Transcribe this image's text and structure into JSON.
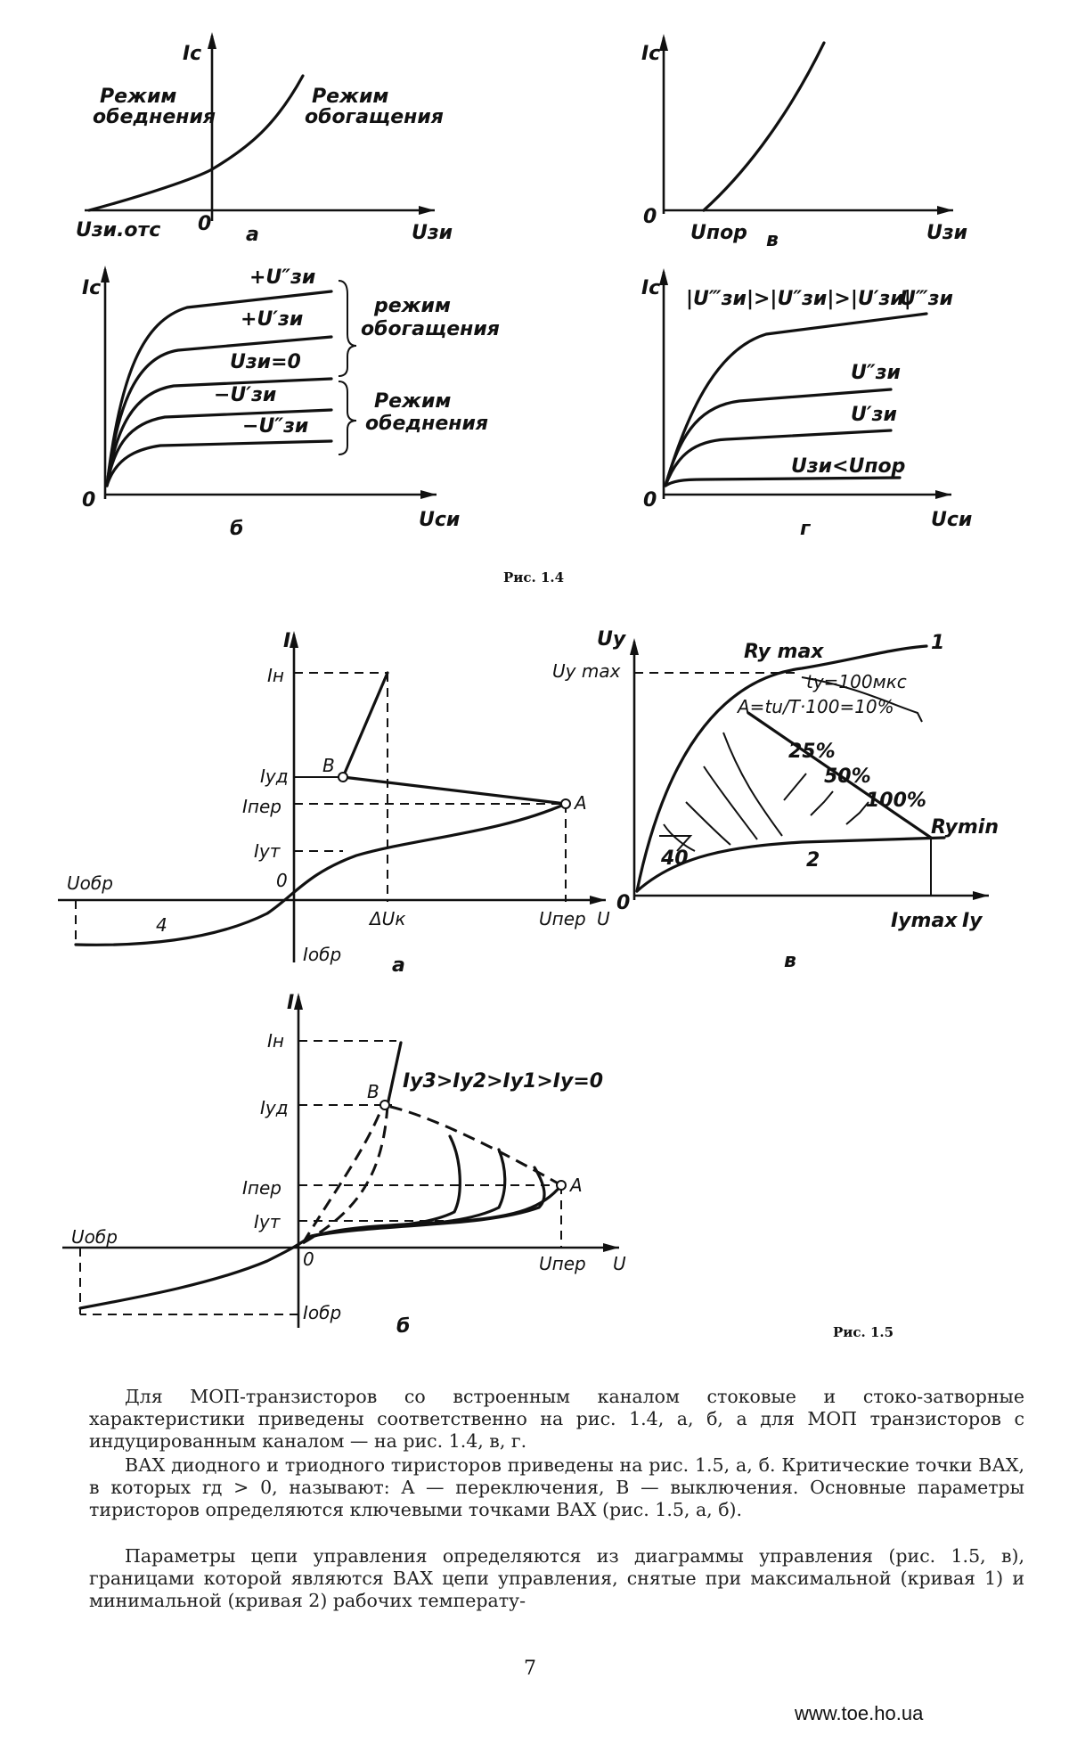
{
  "fig14": {
    "a": {
      "y_axis": "Ic",
      "mode_depletion": [
        "Режим",
        "обеднения"
      ],
      "mode_enhancement": [
        "Режим",
        "обогащения"
      ],
      "x_left": "Uзи.отс",
      "origin": "0",
      "x_axis": "Uзи",
      "panel": "а"
    },
    "v": {
      "y_axis": "Ic",
      "origin": "0",
      "threshold": "Uпор",
      "x_axis": "Uзи",
      "panel": "в"
    },
    "b": {
      "y_axis": "Ic",
      "origin": "0",
      "x_axis": "Uси",
      "panel": "б",
      "curves": [
        "+U″зи",
        "+U′зи",
        "Uзи=0",
        "−U′зи",
        "−U″зи"
      ],
      "group_enh": [
        "режим",
        "обогащения"
      ],
      "group_depl": [
        "Режим",
        "обеднения"
      ]
    },
    "g": {
      "y_axis": "Ic",
      "origin": "0",
      "x_axis": "Uси",
      "panel": "г",
      "inequality": "|U‴зи|>|U″зи|>|U′зи|",
      "curves": [
        "U‴зи",
        "U″зи",
        "U′зи",
        "Uзи<Uпор"
      ]
    },
    "caption": "Рис. 1.4"
  },
  "fig15": {
    "a": {
      "y_axis": "I",
      "labels": {
        "IH": "Iн",
        "Iud": "Iуд",
        "Iper": "Iпер",
        "Iut": "Iут",
        "Iobr": "Iобр",
        "Uobr": "Uобр",
        "origin": "0",
        "dUk": "ΔUк",
        "Uper": "Uпер",
        "U": "U",
        "A": "A",
        "B": "B",
        "curve": "4"
      },
      "panel": "а"
    },
    "v": {
      "y_axis": "Uу",
      "labels": {
        "Uymax": "Uy max",
        "Rymax": "Ry max",
        "curve1": "1",
        "ty": "tу=100мкс",
        "A_formula": "A=tu/T·100=10%",
        "p25": "25%",
        "p50": "50%",
        "p100": "100%",
        "Rymin": "Rymin",
        "curve2": "2",
        "p40": "40",
        "origin": "0",
        "Iymax": "Iymax",
        "Iy": "Iy"
      },
      "panel": "в"
    },
    "b": {
      "y_axis": "I",
      "labels": {
        "IH": "Iн",
        "Iud": "Iуд",
        "Iper": "Iпер",
        "Iut": "Iут",
        "Iobr": "Iобр",
        "Uobr": "Uобр",
        "origin": "0",
        "Uper": "Uпер",
        "U": "U",
        "A": "A",
        "B": "B",
        "family": "Iy3>Iy2>Iy1>Iy=0"
      },
      "panel": "б"
    },
    "caption": "Рис. 1.5"
  },
  "text": {
    "p1": "Для МОП-транзисторов со встроенным каналом стоковые и стоко-затворные характеристики приведены соответственно на рис. 1.4, а, б, а для МОП транзисторов с индуцированным каналом — на рис. 1.4, в, г.",
    "p2": "ВАХ диодного и триодного тиристоров приведены на рис. 1.5, а, б. Критические точки ВАХ, в которых rд > 0, называют: A — переключения, B — выключения. Основные параметры тиристоров определяются ключевыми точками ВАХ (рис. 1.5, а, б).",
    "p3": "Параметры цепи управления определяются из диаграммы управления (рис. 1.5, в), границами которой являются ВАХ цепи управления, снятые при максимальной (кривая 1) и минимальной (кривая 2) рабочих температу-",
    "page": "7",
    "site": "www.toe.ho.ua"
  }
}
